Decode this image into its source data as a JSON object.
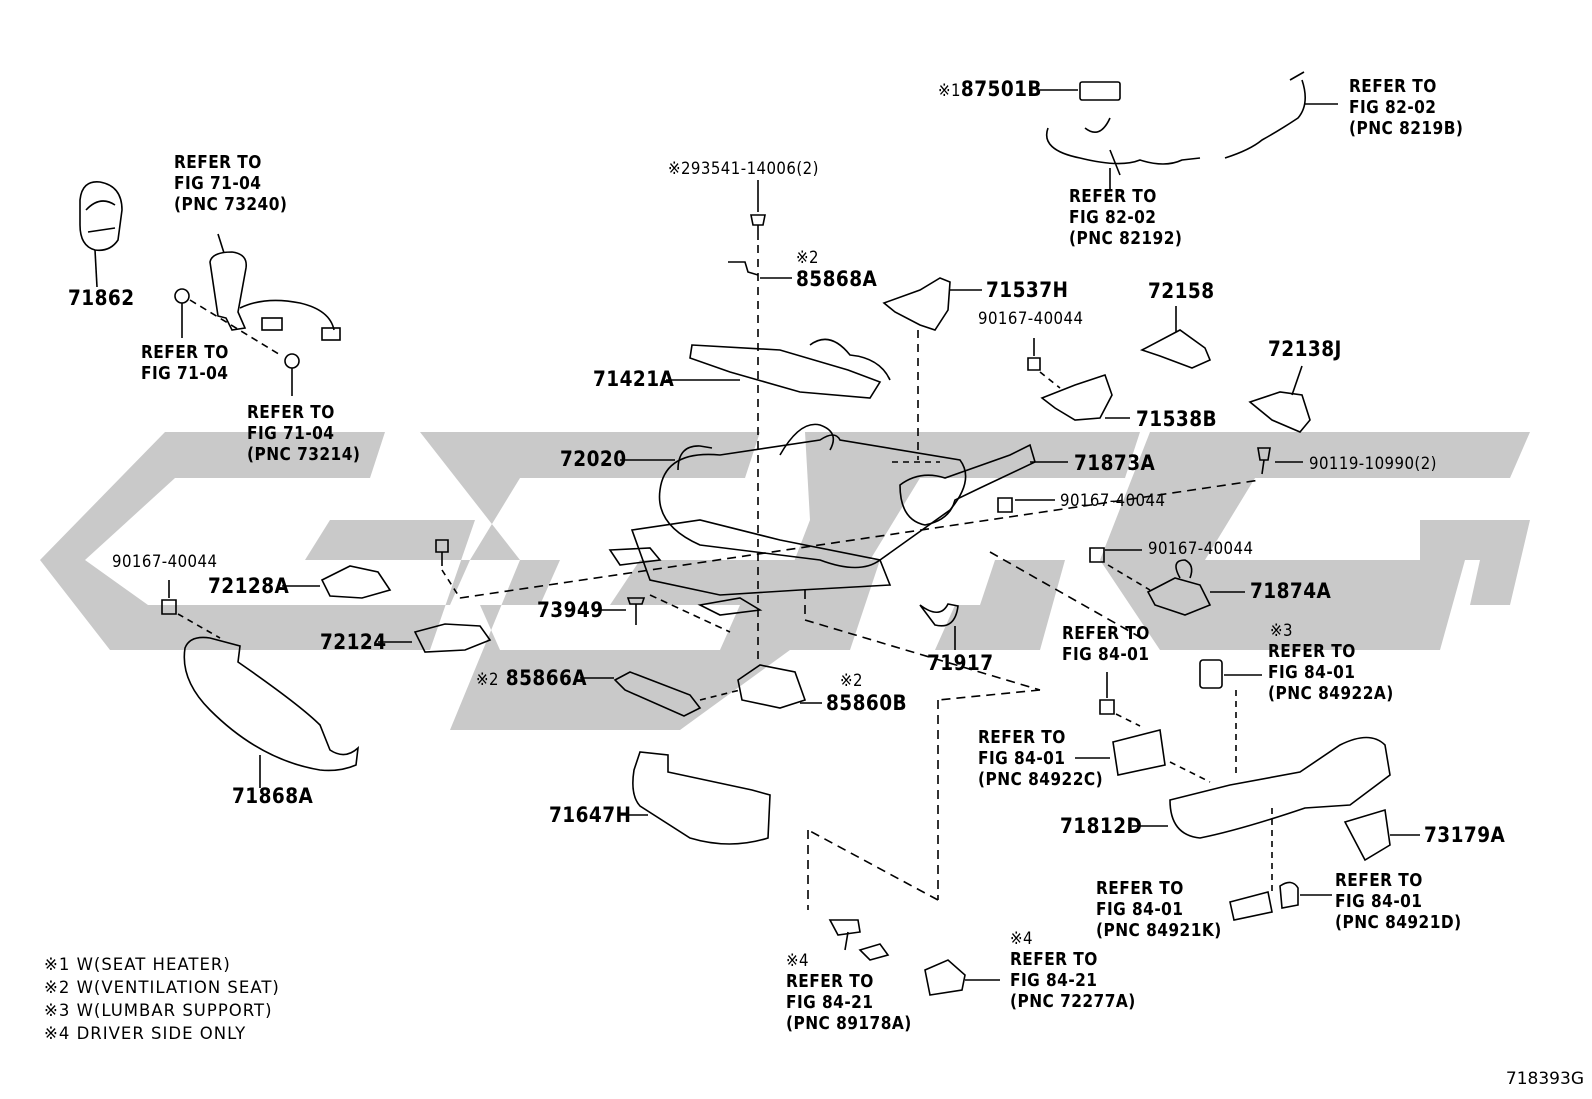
{
  "parts": {
    "p71862": "71862",
    "p87501b": "87501B",
    "p87501b_mark": "※1",
    "p93541": "93541-14006(2)",
    "p93541_mark": "※2",
    "p85868a": "85868A",
    "p85868a_mark": "※2",
    "p71537h": "71537H",
    "p72158": "72158",
    "p90167_a": "90167-40044",
    "p72138j": "72138J",
    "p71421a": "71421A",
    "p71538b": "71538B",
    "p72020": "72020",
    "p71873a": "71873A",
    "p90119": "90119-10990(2)",
    "p90167_b": "90167-40044",
    "p90167_c": "90167-40044",
    "p90167_d": "90167-40044",
    "p72128a": "72128A",
    "p71874a": "71874A",
    "p73949": "73949",
    "p72124": "72124",
    "p71917": "71917",
    "p85866a": "85866A",
    "p85866a_mark": "※2",
    "p85860b": "85860B",
    "p85860b_mark": "※2",
    "p71868a": "71868A",
    "p71647h": "71647H",
    "p71812d": "71812D",
    "p73179a": "73179A"
  },
  "refs": {
    "r73240": [
      "REFER TO",
      "FIG 71-04",
      "(PNC 73240)"
    ],
    "r7104": [
      "REFER TO",
      "FIG 71-04"
    ],
    "r73214": [
      "REFER TO",
      "FIG 71-04",
      "(PNC 73214)"
    ],
    "r82192": [
      "REFER TO",
      "FIG 82-02",
      "(PNC 82192)"
    ],
    "r8219b": [
      "REFER TO",
      "FIG 82-02",
      "(PNC 8219B)"
    ],
    "r8401": [
      "REFER TO",
      "FIG 84-01"
    ],
    "r84922a": [
      "REFER TO",
      "FIG 84-01",
      "(PNC 84922A)"
    ],
    "r84922a_mark": "※3",
    "r84922c": [
      "REFER TO",
      "FIG 84-01",
      "(PNC 84922C)"
    ],
    "r84921k": [
      "REFER TO",
      "FIG 84-01",
      "(PNC 84921K)"
    ],
    "r84921d": [
      "REFER TO",
      "FIG 84-01",
      "(PNC 84921D)"
    ],
    "r89178a": [
      "REFER TO",
      "FIG 84-21",
      "(PNC 89178A)"
    ],
    "r89178a_mark": "※4",
    "r72277a": [
      "REFER TO",
      "FIG 84-21",
      "(PNC 72277A)"
    ],
    "r72277a_mark": "※4"
  },
  "legend": [
    "※1 W(SEAT HEATER)",
    "※2 W(VENTILATION SEAT)",
    "※3 W(LUMBAR SUPPORT)",
    "※4 DRIVER SIDE ONLY"
  ],
  "figure_id": "718393G",
  "watermark_color": "#c8c8c8"
}
